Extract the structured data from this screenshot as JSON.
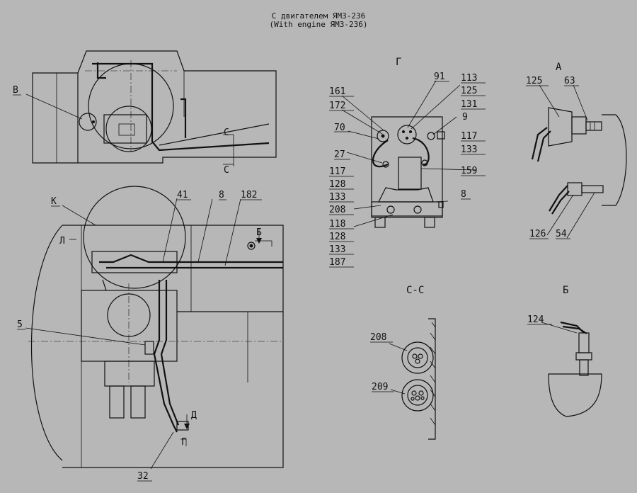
{
  "title_line1": "С двигателем ЯМЗ-236",
  "title_line2": "(With engine ЯМЗ-236)",
  "views": {
    "g": "Г",
    "a": "А",
    "b": "Б",
    "cc": "С-С",
    "c_top": "С",
    "c_bottom": "С",
    "b_arrow": "Б",
    "d_arrow": "Д",
    "g_arrow": "Г",
    "l_arrow": "Л"
  },
  "labels": {
    "v": "В",
    "k": "К",
    "n41": "41",
    "n8a": "8",
    "n182": "182",
    "n5": "5",
    "n32": "32",
    "n161": "161",
    "n172": "172",
    "n91": "91",
    "n113": "113",
    "n125g": "125",
    "n131": "131",
    "n9": "9",
    "n70": "70",
    "n117a": "117",
    "n133a": "133",
    "n27": "27",
    "n159": "159",
    "n117b": "117",
    "n128a": "128",
    "n133b": "133",
    "n8b": "8",
    "n208g": "208",
    "n118": "118",
    "n128b": "128",
    "n133c": "133",
    "n187": "187",
    "n125a": "125",
    "n63": "63",
    "n126": "126",
    "n54": "54",
    "n208c": "208",
    "n209": "209",
    "n124": "124"
  }
}
